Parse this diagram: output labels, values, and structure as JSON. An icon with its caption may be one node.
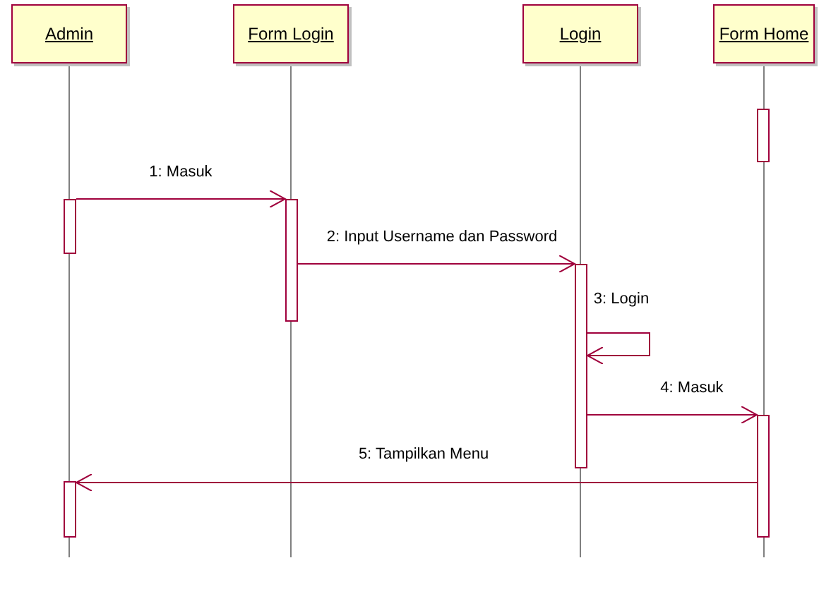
{
  "diagram": {
    "nodes": [
      {
        "text": [
          "Admin"
        ]
      },
      {
        "text": [
          "Form Login"
        ]
      },
      {
        "text": [
          "Login"
        ]
      },
      {
        "text": [
          "Form Home"
        ]
      },
      {
        "text": [],
        "shape": "bar"
      },
      {
        "text": [],
        "shape": "bar"
      },
      {
        "text": [],
        "shape": "bar"
      },
      {
        "text": [],
        "shape": "bar"
      },
      {
        "text": [],
        "shape": "bar"
      },
      {
        "text": [],
        "shape": "bar"
      }
    ],
    "edges": [
      {
        "from": 0,
        "to": null,
        "arrow": "none",
        "color": "#808080"
      },
      {
        "from": 1,
        "to": null,
        "arrow": "none",
        "color": "#808080"
      },
      {
        "from": 2,
        "to": null,
        "arrow": "none",
        "color": "#808080"
      },
      {
        "from": 3,
        "to": null,
        "arrow": "none",
        "color": "#808080"
      },
      {
        "from": 5,
        "to": 6,
        "arrow": "to",
        "label": "1: Masuk"
      },
      {
        "from": 6,
        "to": 7,
        "arrow": "to",
        "label": "2: Input Username dan Password"
      },
      {
        "from": 7,
        "to": 7,
        "arrow": "to",
        "label": "3: Login"
      },
      {
        "from": 7,
        "to": 8,
        "arrow": "to",
        "label": "4: Masuk"
      },
      {
        "from": 8,
        "to": 9,
        "arrow": "to",
        "label": "5: Tampilkan Menu"
      }
    ]
  }
}
